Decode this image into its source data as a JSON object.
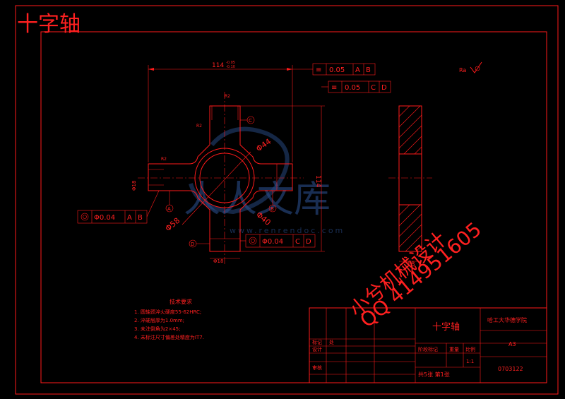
{
  "title": "十字轴",
  "dims": {
    "width_top": "114",
    "tol_top": "-0.05",
    "tol_bot": "-0.10",
    "height_right": "114",
    "dia_44": "Φ44",
    "dia_58": "Φ58",
    "dia_40": "Φ40",
    "shaft_left": "Φ18",
    "shaft_bottom": "Φ18",
    "r_small": "R2",
    "dim_18": "18",
    "angle": "2×45°"
  },
  "datums": {
    "A": "A",
    "B": "B",
    "C": "C",
    "D": "D"
  },
  "fcf": {
    "sym1": [
      "0.05",
      "A",
      "B"
    ],
    "sym2": [
      "0.05",
      "C",
      "D"
    ],
    "coax1": [
      "Φ0.04",
      "A",
      "B"
    ],
    "coax2": [
      "Φ0.04",
      "C",
      "D"
    ]
  },
  "roughness": "Ra",
  "tech": {
    "heading": "技术要求",
    "items": [
      "1. 圆轴颈淬火硬度55-62HRC;",
      "2. 淬硬层厚为1.0mm;",
      "3. 未注倒角为2×45;",
      "4. 未标注尺寸偏差处精度为IT7."
    ]
  },
  "titleblock": {
    "part_name": "十字轴",
    "school": "哈工大华德学院",
    "scale_val": "1:1",
    "sheet_info": "共5张   第1张",
    "drawing_no": "0703122",
    "size": "A3",
    "row_labels": [
      "标记",
      "处",
      "设计",
      "审核"
    ],
    "headers": [
      "阶段标记",
      "重量",
      "比例"
    ]
  },
  "watermark": {
    "site": "人人文库",
    "url": "www.renrendoc.com",
    "line1": "小兮机械设计",
    "line2": "QQ 414951605"
  }
}
